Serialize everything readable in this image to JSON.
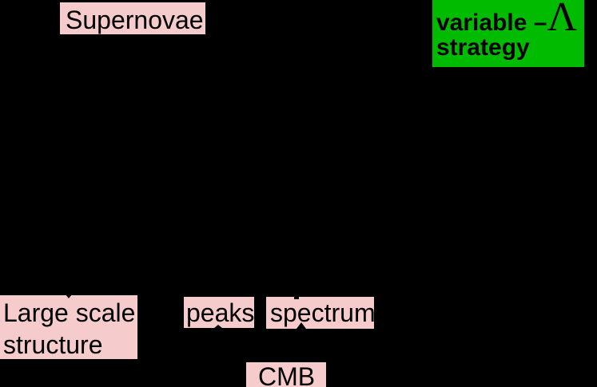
{
  "slide": {
    "labels": {
      "supernovae": "Supernovae",
      "variable_lambda": {
        "prefix": "variable –",
        "lambda": "Λ",
        "line2": "strategy"
      },
      "large_scale": {
        "line1": "Large scale",
        "line2": "structure"
      },
      "peaks": "peaks",
      "spectrum": "spectrum",
      "cmb": "CMB"
    },
    "colors": {
      "background": "#000000",
      "highlight_pink": "#f5cbcb",
      "highlight_green": "#00bb00",
      "text": "#000000"
    }
  }
}
